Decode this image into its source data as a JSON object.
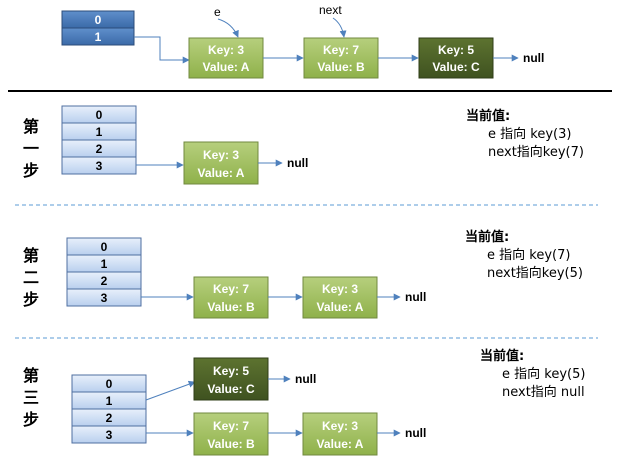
{
  "top": {
    "array": [
      "0",
      "1"
    ],
    "pointer_e": "e",
    "pointer_next": "next",
    "nodes": [
      {
        "key": "Key: 3",
        "value": "Value: A"
      },
      {
        "key": "Key: 7",
        "value": "Value: B"
      },
      {
        "key": "Key: 5",
        "value": "Value: C"
      }
    ],
    "null_label": "null"
  },
  "steps": [
    {
      "label": "第一步",
      "array": [
        "0",
        "1",
        "2",
        "3"
      ],
      "nodes": [
        {
          "key": "Key: 3",
          "value": "Value: A"
        }
      ],
      "null_label": "null",
      "note": {
        "head": "当前值:",
        "lines": [
          "e 指向 key(3)",
          "next指向key(7)"
        ]
      }
    },
    {
      "label": "第二步",
      "array": [
        "0",
        "1",
        "2",
        "3"
      ],
      "nodes": [
        {
          "key": "Key: 7",
          "value": "Value: B"
        },
        {
          "key": "Key: 3",
          "value": "Value: A"
        }
      ],
      "null_label": "null",
      "note": {
        "head": "当前值:",
        "lines": [
          "e 指向 key(7)",
          "next指向key(5)"
        ]
      }
    },
    {
      "label": "第三步",
      "array": [
        "0",
        "1",
        "2",
        "3"
      ],
      "nodes": [
        {
          "key": "Key: 5",
          "value": "Value: C"
        },
        {
          "key": "Key: 7",
          "value": "Value: B"
        },
        {
          "key": "Key: 3",
          "value": "Value: A"
        }
      ],
      "null_labels": [
        "null",
        "null"
      ],
      "note": {
        "head": "当前值:",
        "lines": [
          "e 指向 key(5)",
          "next指向 null"
        ]
      }
    }
  ],
  "colors": {
    "array_blue_top": "#4f81bd",
    "array_light": "#c6d9f1",
    "node_light": "#9bbb59",
    "node_dark": "#4f6228",
    "arrow": "#4f81bd",
    "divider_dash": "#5b9bd5"
  }
}
